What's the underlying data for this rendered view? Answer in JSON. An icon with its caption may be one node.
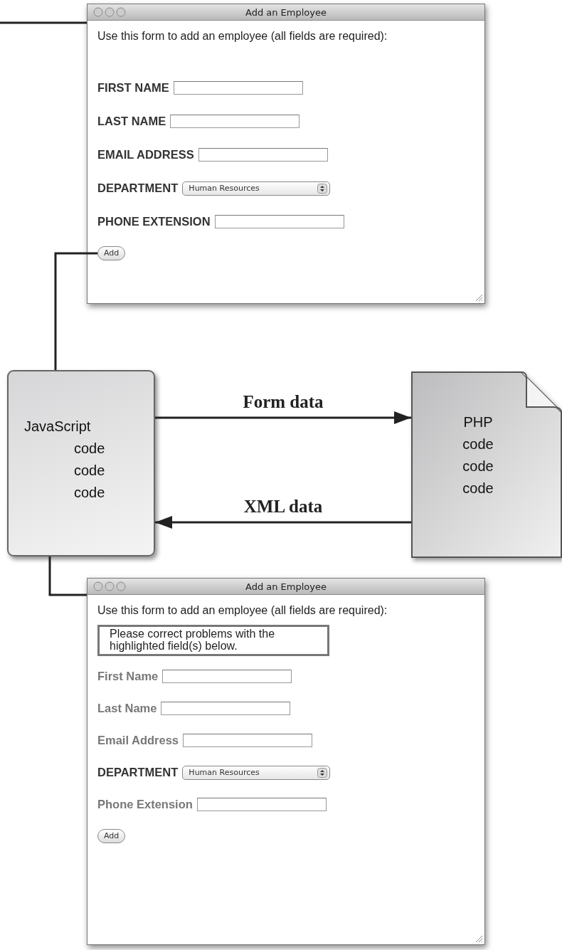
{
  "diagram": {
    "nodes": [
      {
        "text": [
          "Add an Employee",
          "Use this form to add an employee (all fields are required):"
        ]
      },
      {
        "text": [
          "Add"
        ],
        "in": 0
      },
      {
        "text": [
          "JavaScript",
          "code code code"
        ]
      },
      {
        "text": [
          "PHP code code code"
        ]
      },
      {
        "text": [
          "Add an Employee",
          "Use this form to add an employee (all fields are required):"
        ]
      },
      {
        "text": [
          "Please correct problems with the highlighted field(s) below."
        ],
        "in": 4
      },
      {
        "text": [
          "Add"
        ],
        "in": 4
      }
    ],
    "edges": [
      {
        "from": null,
        "to": 0,
        "arrow": "none"
      },
      {
        "from": 1,
        "to": 2,
        "arrow": "none"
      },
      {
        "from": 2,
        "to": 3,
        "arrow": "to",
        "label": "Form data"
      },
      {
        "from": 3,
        "to": 2,
        "arrow": "to",
        "label": "XML data"
      },
      {
        "from": 2,
        "to": 4,
        "arrow": "none"
      }
    ],
    "labels": [
      "FIRST NAME",
      "LAST NAME",
      "EMAIL ADDRESS",
      "DEPARTMENT",
      "Human Resources",
      "PHONE EXTENSION",
      "First Name",
      "Last Name",
      "Email Address",
      "DEPARTMENT",
      "Human Resources",
      "Phone Extension"
    ]
  }
}
